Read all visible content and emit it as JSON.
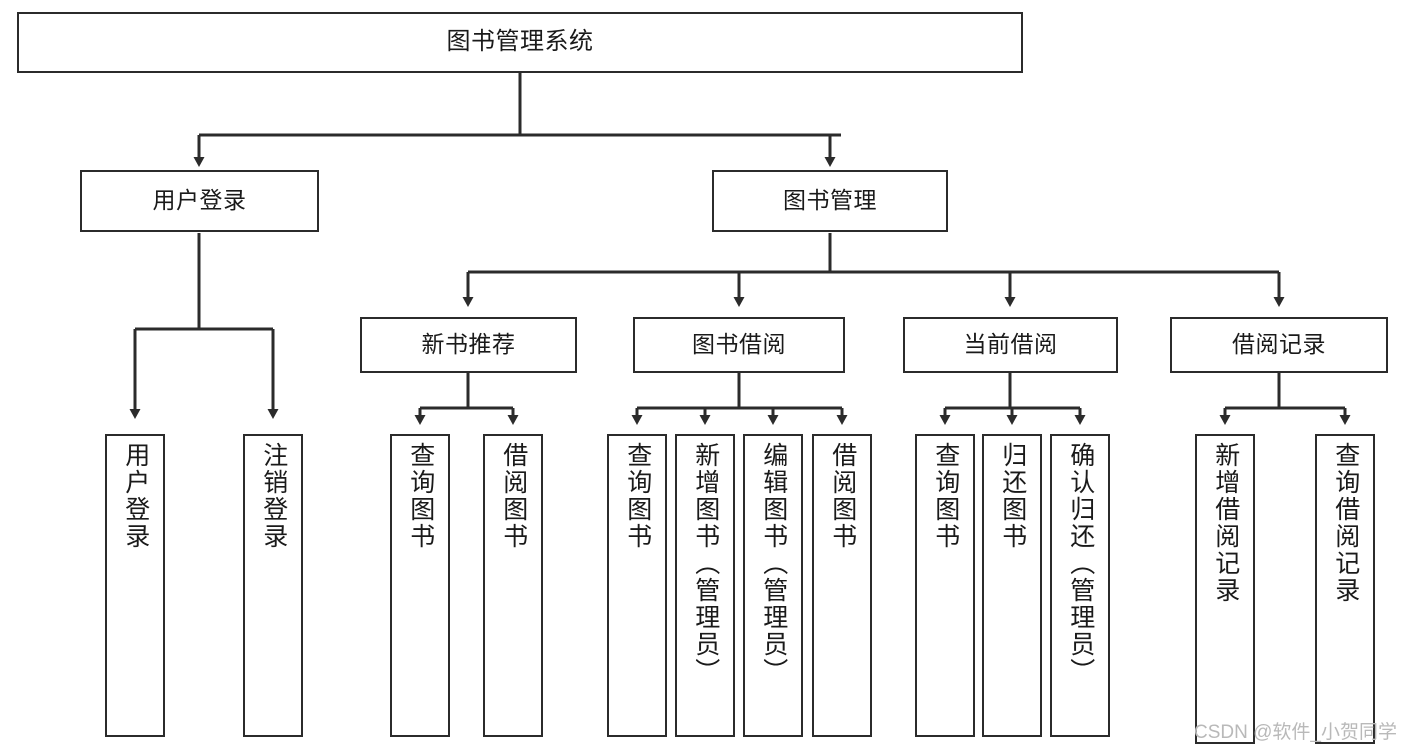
{
  "diagram": {
    "type": "tree",
    "title": "图书管理系统",
    "style": {
      "box_stroke": "#2b2b2b",
      "box_fill": "#ffffff",
      "edge_stroke": "#2b2b2b",
      "text_color": "#1a1a1a",
      "background": "#ffffff"
    },
    "nodes": {
      "root": {
        "label": "图书管理系统"
      },
      "level1": [
        {
          "id": "user-login",
          "label": "用户登录"
        },
        {
          "id": "book-management",
          "label": "图书管理"
        }
      ],
      "level2": [
        {
          "id": "new-book-recommend",
          "label": "新书推荐"
        },
        {
          "id": "book-borrow",
          "label": "图书借阅"
        },
        {
          "id": "current-borrow",
          "label": "当前借阅"
        },
        {
          "id": "borrow-record",
          "label": "借阅记录"
        }
      ],
      "leaves": {
        "user-login": [
          {
            "id": "leaf-user-login",
            "label": "用户登录"
          },
          {
            "id": "leaf-logout",
            "label": "注销登录"
          }
        ],
        "new-book-recommend": [
          {
            "id": "leaf-query-book-1",
            "label": "查询图书"
          },
          {
            "id": "leaf-borrow-book-1",
            "label": "借阅图书"
          }
        ],
        "book-borrow": [
          {
            "id": "leaf-query-book-2",
            "label": "查询图书"
          },
          {
            "id": "leaf-add-book",
            "label": "新增图书（管理员）"
          },
          {
            "id": "leaf-edit-book",
            "label": "编辑图书（管理员）"
          },
          {
            "id": "leaf-borrow-book-2",
            "label": "借阅图书"
          }
        ],
        "current-borrow": [
          {
            "id": "leaf-query-book-3",
            "label": "查询图书"
          },
          {
            "id": "leaf-return-book",
            "label": "归还图书"
          },
          {
            "id": "leaf-confirm-return",
            "label": "确认归还（管理员）"
          }
        ],
        "borrow-record": [
          {
            "id": "leaf-add-record",
            "label": "新增借阅记录"
          },
          {
            "id": "leaf-query-record",
            "label": "查询借阅记录"
          }
        ]
      }
    }
  },
  "watermark": {
    "text": "CSDN @软件_小贺同学"
  }
}
